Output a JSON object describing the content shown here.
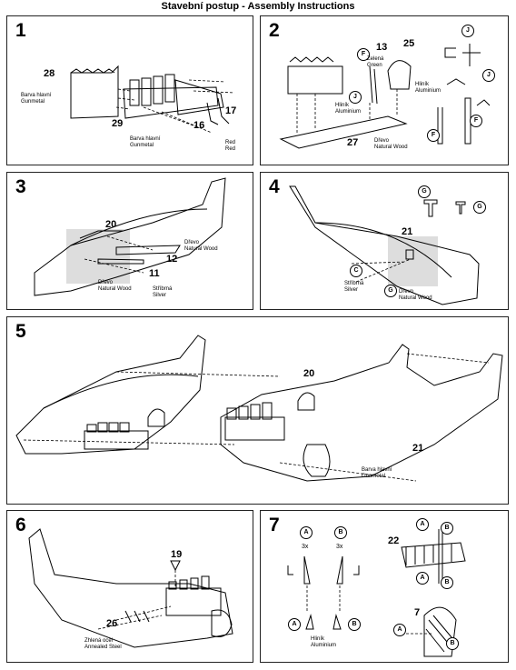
{
  "title": "Stavební postup - Assembly Instructions",
  "steps": [
    {
      "number": "1",
      "parts": [
        "28",
        "29",
        "16",
        "17"
      ],
      "labels": {
        "gunmetal_a": "Barva hlavní\nGunmetal",
        "gunmetal_b": "Barva hlavní\nGunmetal",
        "red": "Red\nRed"
      }
    },
    {
      "number": "2",
      "parts": [
        "13",
        "25",
        "27"
      ],
      "callouts": [
        "J",
        "F",
        "J",
        "J",
        "F",
        "F"
      ],
      "labels": {
        "zeleny": "Zelená\nGreen",
        "hlinik_a": "Hliník\nAluminium",
        "hlinik_b": "Hliník\nAluminium",
        "drevo": "Dřevo\nNatural Wood"
      }
    },
    {
      "number": "3",
      "parts": [
        "20",
        "12",
        "11"
      ],
      "labels": {
        "drevo_a": "Dřevo\nNatural Wood",
        "drevo_b": "Dřevo\nNatural Wood",
        "stribrna": "Stříbrná\nSilver"
      }
    },
    {
      "number": "4",
      "parts": [
        "21"
      ],
      "callouts": [
        "G",
        "G",
        "C",
        "G"
      ],
      "labels": {
        "stribrna": "Stříbrná\nSilver",
        "drevo": "Dřevo\nNatural Wood"
      }
    },
    {
      "number": "5",
      "parts": [
        "20",
        "21"
      ],
      "labels": {
        "gunmetal": "Barva hlavní\nGunmetal"
      }
    },
    {
      "number": "6",
      "parts": [
        "19",
        "26"
      ],
      "labels": {
        "steel": "Zhlená ocel\nAnnealed Steel"
      }
    },
    {
      "number": "7",
      "parts": [
        "22",
        "7"
      ],
      "callouts": [
        "A",
        "B",
        "A",
        "B",
        "A",
        "B",
        "A",
        "B",
        "A",
        "B"
      ],
      "counts": [
        "3x",
        "3x"
      ],
      "labels": {
        "hlinik": "Hliník\nAluminium"
      }
    }
  ]
}
